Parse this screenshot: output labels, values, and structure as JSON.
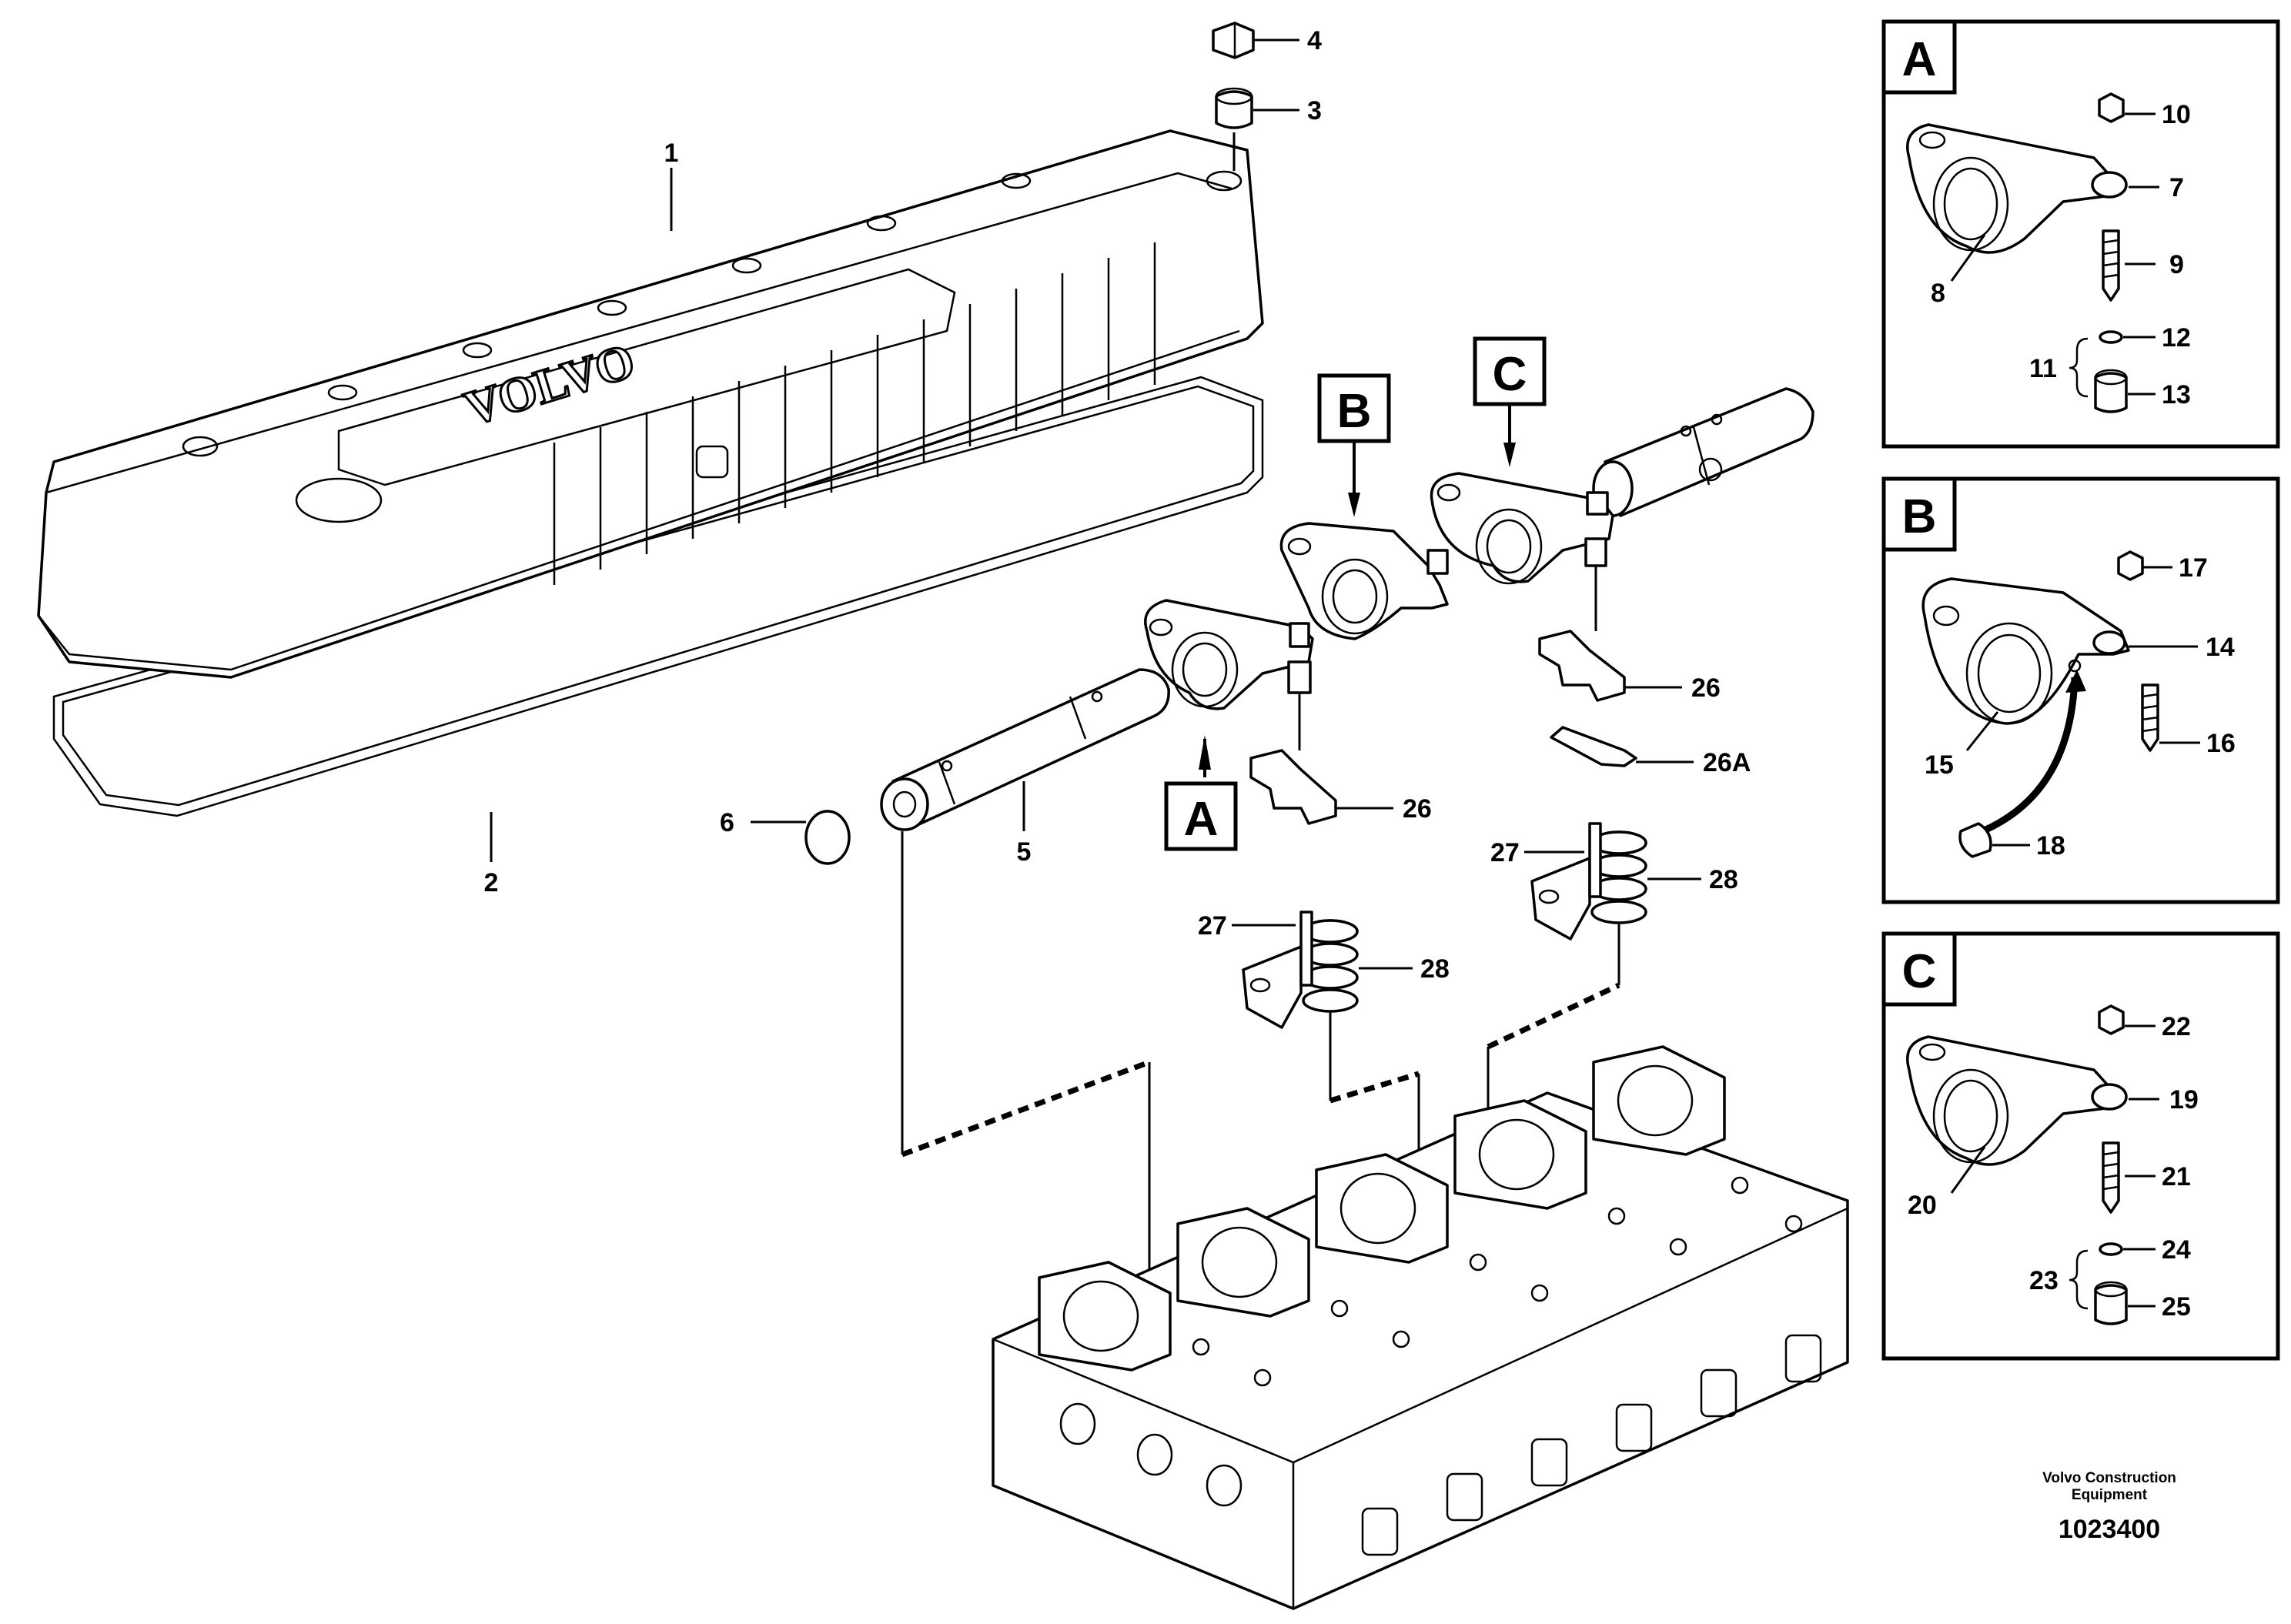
{
  "callouts": {
    "n1": "1",
    "n2": "2",
    "n3": "3",
    "n4": "4",
    "n5": "5",
    "n6": "6",
    "n7": "7",
    "n8": "8",
    "n9": "9",
    "n10": "10",
    "n11": "11",
    "n12": "12",
    "n13": "13",
    "n14": "14",
    "n15": "15",
    "n16": "16",
    "n17": "17",
    "n18": "18",
    "n19": "19",
    "n20": "20",
    "n21": "21",
    "n22": "22",
    "n23": "23",
    "n24": "24",
    "n25": "25",
    "n26a": "26",
    "n26b": "26",
    "n26A": "26A",
    "n27a": "27",
    "n27b": "27",
    "n28a": "28",
    "n28b": "28"
  },
  "detail_labels": {
    "a": "A",
    "b": "B",
    "c": "C"
  },
  "cover_logo": "VOLVO",
  "footer": {
    "org_line1": "Volvo Construction",
    "org_line2": "Equipment",
    "drawing_code": "1023400"
  }
}
